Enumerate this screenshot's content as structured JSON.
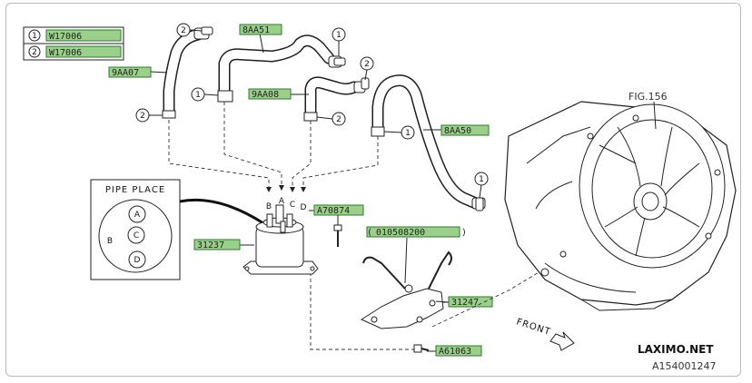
{
  "legend": {
    "items": [
      {
        "num": "1",
        "code": "W17006"
      },
      {
        "num": "2",
        "code": "W17006"
      }
    ]
  },
  "part_labels": {
    "hose_9aa07": "9AA07",
    "hose_8aa51": "8AA51",
    "hose_9aa08": "9AA08",
    "hose_8aa50": "8AA50",
    "bolt_a70874": "A70874",
    "cooler_31237": "31237",
    "bracket_010508200": "010508200",
    "bracket_31247": "31247",
    "bolt_a61063": "A61063",
    "fig_ref": "FIG.156"
  },
  "clip_numbers": {
    "one": "1",
    "two": "2"
  },
  "pipe_place": {
    "title": "PIPE PLACE",
    "ports": [
      "A",
      "B",
      "C",
      "D"
    ]
  },
  "connector_letters": [
    "B",
    "A",
    "C",
    "D"
  ],
  "direction": {
    "front": "FRONT"
  },
  "watermark": "LAXIMO.NET",
  "image_code": "A154001247"
}
